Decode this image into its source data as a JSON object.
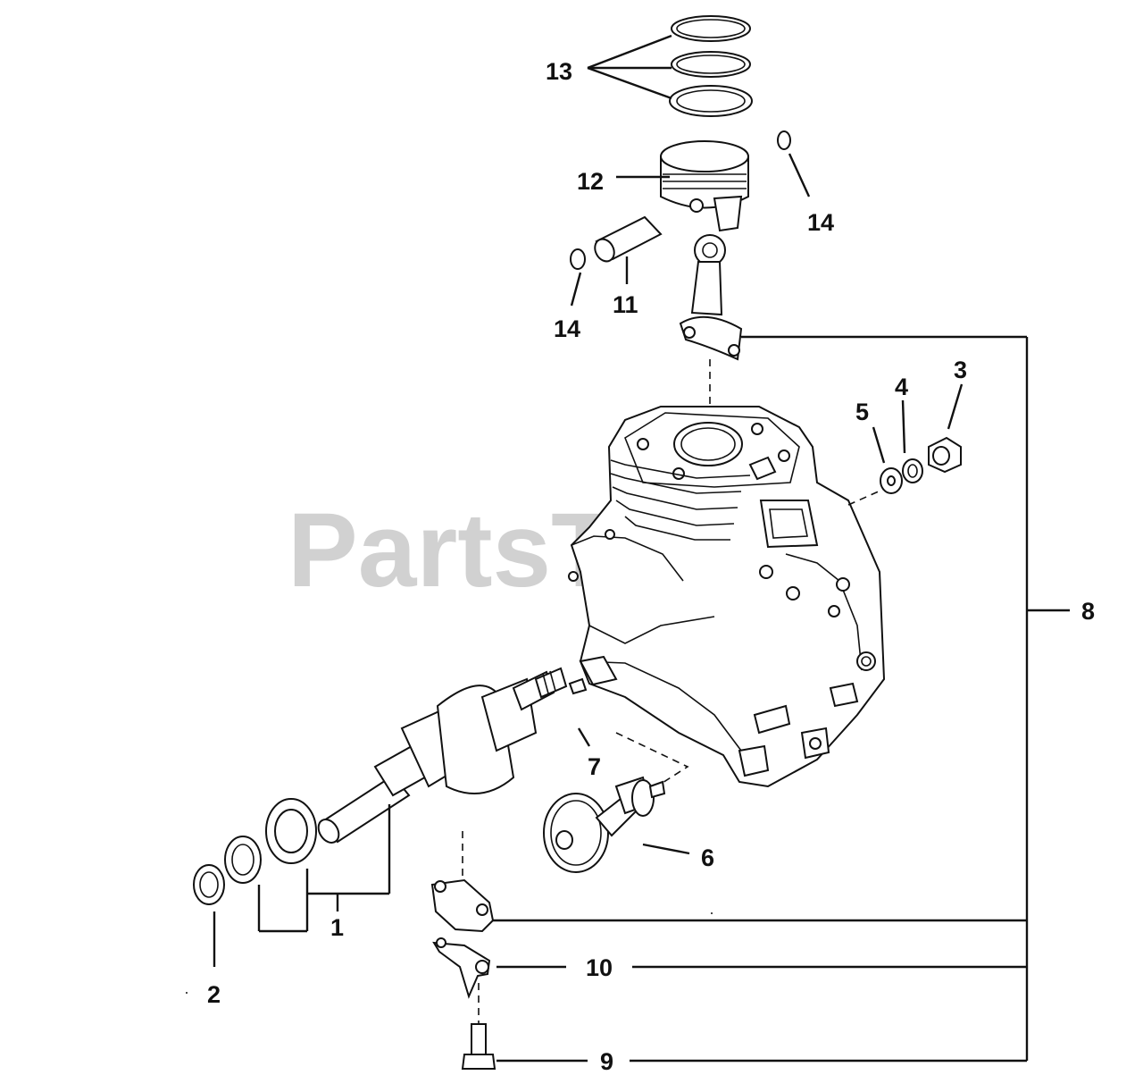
{
  "watermark": "PartsTree",
  "labels": {
    "l1": "1",
    "l2": "2",
    "l3": "3",
    "l4": "4",
    "l5": "5",
    "l6": "6",
    "l7": "7",
    "l8": "8",
    "l9": "9",
    "l10": "10",
    "l11": "11",
    "l12": "12",
    "l13": "13",
    "l14a": "14",
    "l14b": "14"
  }
}
